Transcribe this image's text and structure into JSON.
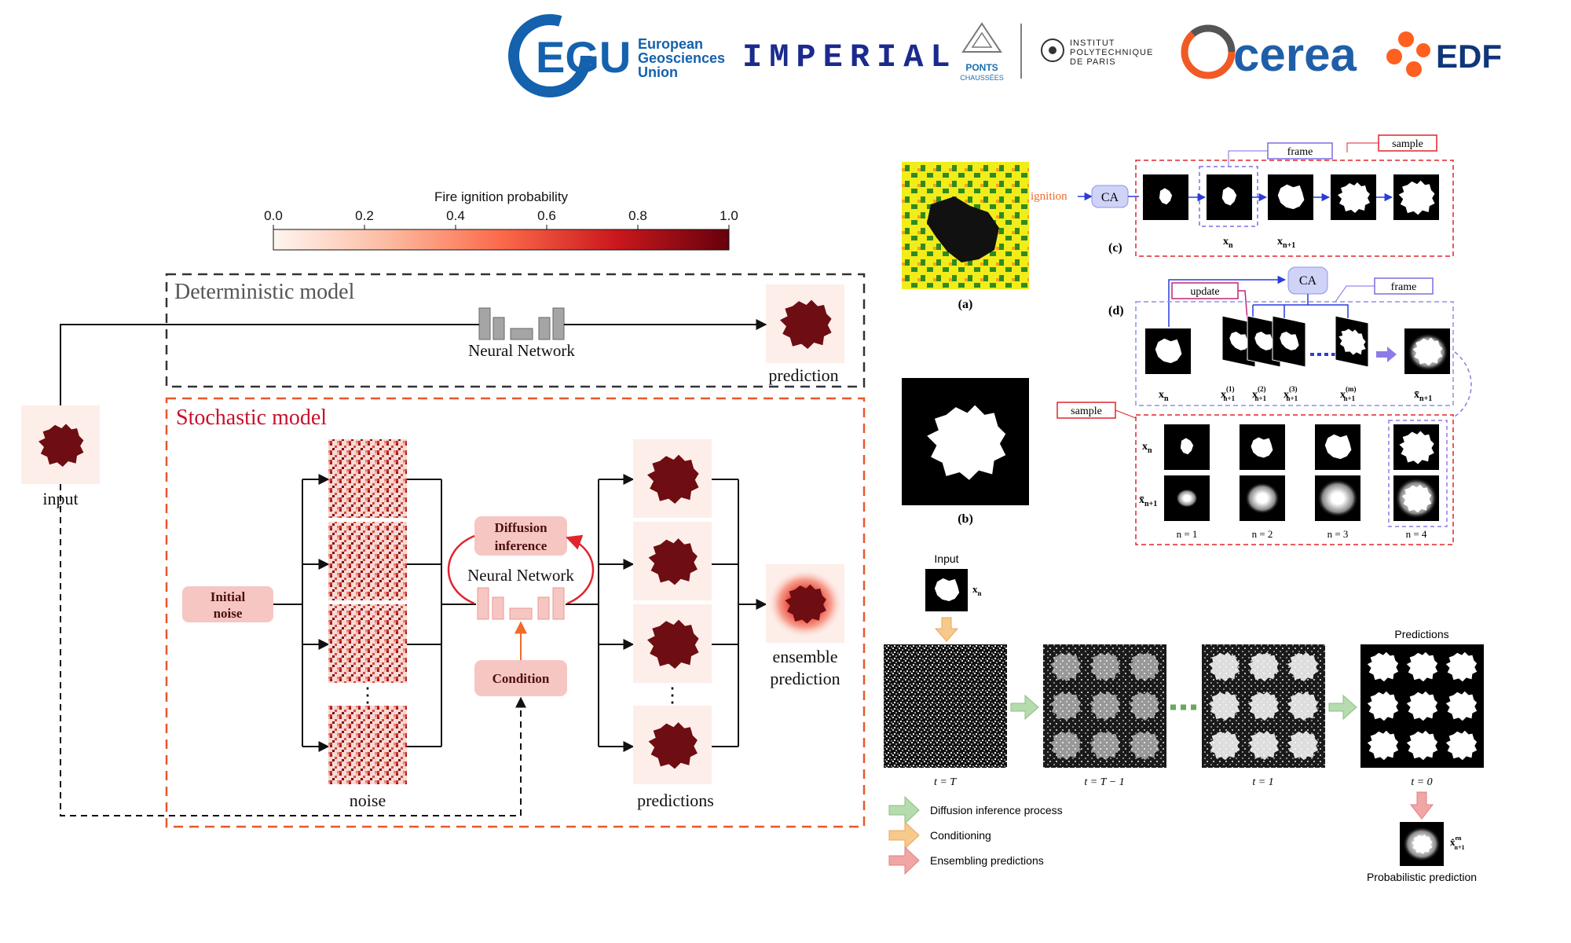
{
  "logos": {
    "egu": {
      "mark": "EGU",
      "line1": "European",
      "line2": "Geosciences",
      "line3": "Union"
    },
    "imperial": "IMPERIAL",
    "ponts": {
      "line1": "PONTS",
      "line2": "CHAUSSÉES"
    },
    "ip_paris": {
      "line1": "INSTITUT",
      "line2": "POLYTECHNIQUE",
      "line3": "DE PARIS"
    },
    "cerea": "cerea",
    "edf": "EDF"
  },
  "colorbar": {
    "title": "Fire ignition probability",
    "ticks": [
      "0.0",
      "0.2",
      "0.4",
      "0.6",
      "0.8",
      "1.0"
    ],
    "range": [
      0.0,
      1.0
    ]
  },
  "left": {
    "input_label": "input",
    "deterministic": {
      "title": "Deterministic model",
      "nn_label": "Neural Network",
      "output_label": "prediction"
    },
    "stochastic": {
      "title": "Stochastic model",
      "initial_noise": [
        "Initial",
        "noise"
      ],
      "noise_label": "noise",
      "diffusion_inference": [
        "Diffusion",
        "inference"
      ],
      "nn_label": "Neural Network",
      "condition": "Condition",
      "predictions_label": "predictions",
      "ensemble_label": [
        "ensemble",
        "prediction"
      ],
      "dots": "⋮"
    }
  },
  "right": {
    "panel_a": "(a)",
    "panel_b": "(b)",
    "panel_c": {
      "label": "(c)",
      "ignition": "ignition",
      "ca": "CA",
      "frame": "frame",
      "sample": "sample",
      "xn": "x",
      "xn_sub": "n",
      "xn1": "x",
      "xn1_sub": "n+1"
    },
    "panel_d": {
      "label": "(d)",
      "ca": "CA",
      "update": "update",
      "frame": "frame",
      "sample": "sample",
      "xn": "x",
      "xn_sub": "n",
      "x1": "x",
      "x1_sup": "(1)",
      "x1_sub": "n+1",
      "x2": "x",
      "x2_sup": "(2)",
      "x2_sub": "n+1",
      "x3": "x",
      "x3_sup": "(3)",
      "x3_sub": "n+1",
      "xm": "x",
      "xm_sup": "(m)",
      "xm_sub": "n+1",
      "xbar": "x̄",
      "xbar_sub": "n+1",
      "row1": "x",
      "row1_sub": "n",
      "row2": "x̄",
      "row2_sub": "n+1",
      "cols": [
        "n = 1",
        "n = 2",
        "n = 3",
        "n = 4"
      ]
    },
    "process": {
      "input": "Input",
      "xn": "x",
      "xn_sub": "n",
      "predictions": "Predictions",
      "steps": [
        "t = T",
        "t = T − 1",
        "t = 1",
        "t = 0"
      ],
      "legend": [
        {
          "label": "Diffusion inference process",
          "color": "#b5dbae"
        },
        {
          "label": "Conditioning",
          "color": "#f7c98a"
        },
        {
          "label": "Ensembling predictions",
          "color": "#f2a5a5"
        }
      ],
      "ens": "x̂",
      "ens_sup": "en",
      "ens_sub": "n+1",
      "prob_label": "Probabilistic prediction"
    }
  },
  "colors": {
    "dark_red": "#6e0d12",
    "stochastic_border": "#e8582a",
    "stochastic_title": "#c8102e",
    "box_pink": "#f6c6c3",
    "egu_blue": "#1461ae",
    "imperial_blue": "#1b2a8c",
    "edf_orange": "#ff5f1f",
    "edf_blue": "#10367a",
    "ca_fill": "#cfd3f7",
    "frame_blue": "#7a6ee0",
    "sample_red": "#e0252c"
  }
}
